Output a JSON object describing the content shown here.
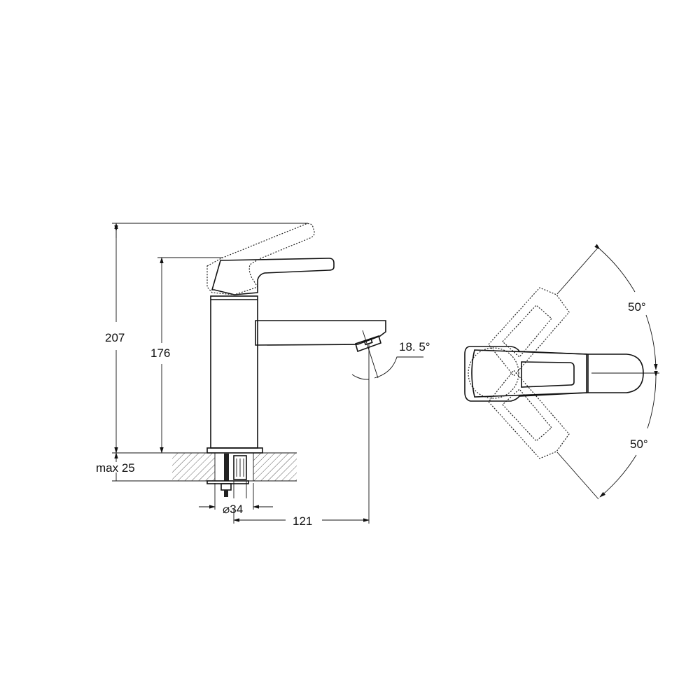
{
  "drawing": {
    "side_view": {
      "dimensions": {
        "total_height_raised": "207",
        "total_height": "176",
        "max_counter_thickness": "max 25",
        "hole_diameter": "⌀34",
        "spout_reach": "121",
        "spout_angle": "18. 5°"
      }
    },
    "top_view": {
      "dimensions": {
        "rotation_up": "50°",
        "rotation_down": "50°"
      }
    },
    "colors": {
      "line": "#111111",
      "background": "#ffffff"
    }
  }
}
